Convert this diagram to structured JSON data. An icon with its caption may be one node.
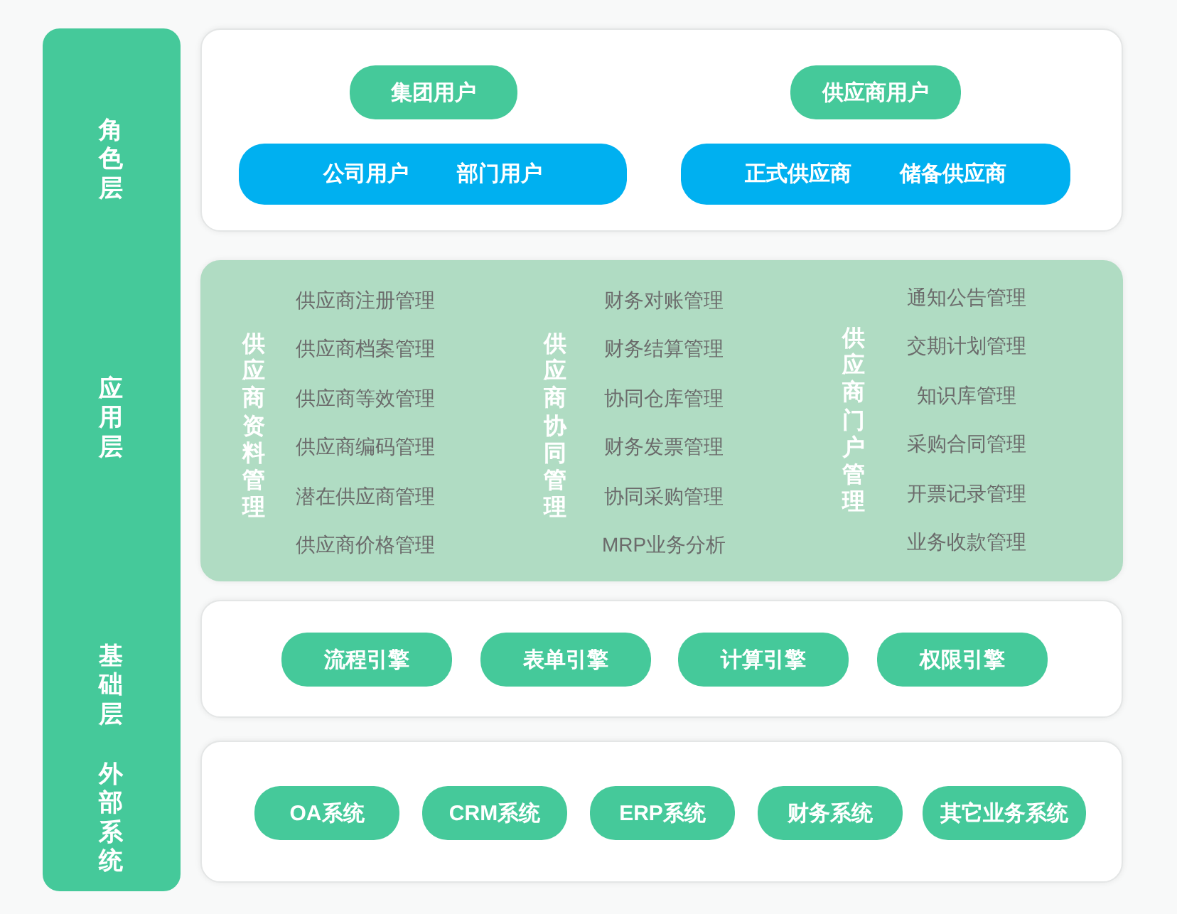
{
  "diagram": {
    "nodes": [
      {
        "text": [
          "角色层",
          "应用层",
          "基础层",
          "外部系统"
        ]
      },
      {
        "text": [],
        "shape": "box"
      },
      {
        "text": [
          "集团用户"
        ],
        "in": 1
      },
      {
        "text": [
          "供应商用户"
        ],
        "in": 1
      },
      {
        "text": [
          "公司用户",
          "部门用户"
        ],
        "in": 1
      },
      {
        "text": [
          "正式供应商",
          "储备供应商"
        ],
        "in": 1
      },
      {
        "text": [],
        "shape": "box"
      },
      {
        "text": [],
        "shape": "box"
      },
      {
        "text": [
          "流程引擎"
        ],
        "in": 7
      },
      {
        "text": [
          "表单引擎"
        ],
        "in": 7
      },
      {
        "text": [
          "计算引擎"
        ],
        "in": 7
      },
      {
        "text": [
          "权限引擎"
        ],
        "in": 7
      },
      {
        "text": [],
        "shape": "box"
      },
      {
        "text": [
          "OA系统"
        ],
        "in": 12
      },
      {
        "text": [
          "CRM系统"
        ],
        "in": 12
      },
      {
        "text": [
          "ERP系统"
        ],
        "in": 12
      },
      {
        "text": [
          "财务系统"
        ],
        "in": 12
      },
      {
        "text": [
          "其它业务系统"
        ],
        "in": 12
      }
    ],
    "edges": [],
    "labels": [
      "供应商资料管理",
      "供应商注册管理",
      "供应商档案管理",
      "供应商等效管理",
      "供应商编码管理",
      "潜在供应商管理",
      "供应商价格管理",
      "供应商协同管理",
      "财务对账管理",
      "财务结算管理",
      "协同仓库管理",
      "财务发票管理",
      "协同采购管理",
      "MRP业务分析",
      "供应商门户管理",
      "通知公告管理",
      "交期计划管理",
      "知识库管理",
      "采购合同管理",
      "开票记录管理",
      "业务收款管理"
    ]
  }
}
